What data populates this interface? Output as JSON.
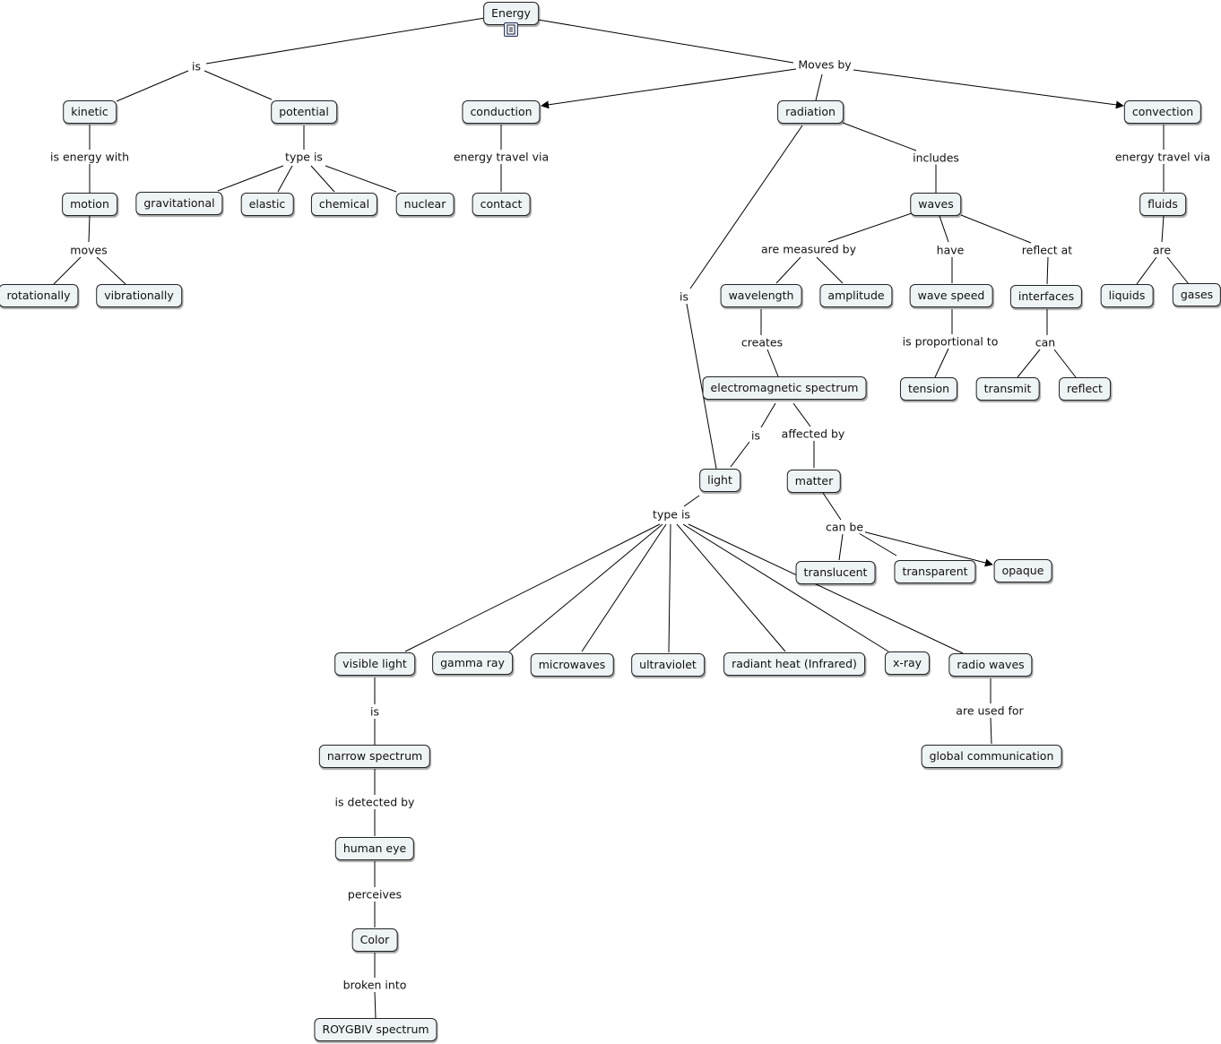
{
  "concepts": {
    "energy": "Energy",
    "kinetic": "kinetic",
    "potential": "potential",
    "motion": "motion",
    "rotationally": "rotationally",
    "vibrationally": "vibrationally",
    "gravitational": "gravitational",
    "elastic": "elastic",
    "chemical": "chemical",
    "nuclear": "nuclear",
    "conduction": "conduction",
    "contact": "contact",
    "radiation": "radiation",
    "convection": "convection",
    "fluids": "fluids",
    "liquids": "liquids",
    "gases": "gases",
    "waves": "waves",
    "wavelength": "wavelength",
    "amplitude": "amplitude",
    "wave_speed": "wave speed",
    "interfaces": "interfaces",
    "tension": "tension",
    "transmit": "transmit",
    "reflect": "reflect",
    "em_spectrum": "electromagnetic spectrum",
    "light": "light",
    "matter": "matter",
    "translucent": "translucent",
    "transparent": "transparent",
    "opaque": "opaque",
    "visible_light": "visible light",
    "gamma_ray": "gamma ray",
    "microwaves": "microwaves",
    "ultraviolet": "ultraviolet",
    "radiant_heat": "radiant heat (Infrared)",
    "x_ray": "x-ray",
    "radio_waves": "radio waves",
    "narrow_spectrum": "narrow spectrum",
    "global_communication": "global communication",
    "human_eye": "human eye",
    "color": "Color",
    "roygbiv": "ROYGBIV spectrum"
  },
  "links": {
    "energy_is": "is",
    "moves_by": "Moves by",
    "is_energy_with": "is energy with",
    "moves": "moves",
    "type_is_potential": "type is",
    "energy_travel_via_conduction": "energy travel via",
    "energy_travel_via_convection": "energy travel via",
    "are": "are",
    "includes": "includes",
    "radiation_is": "is",
    "are_measured_by": "are measured by",
    "have": "have",
    "reflect_at": "reflect at",
    "creates": "creates",
    "is_proportional_to": "is proportional to",
    "can": "can",
    "em_is": "is",
    "affected_by": "affected by",
    "can_be": "can be",
    "type_is_light": "type is",
    "visible_is": "is",
    "are_used_for": "are used for",
    "is_detected_by": "is detected by",
    "perceives": "perceives",
    "broken_into": "broken into"
  },
  "icons": {
    "energy_attachment": "document-icon"
  }
}
